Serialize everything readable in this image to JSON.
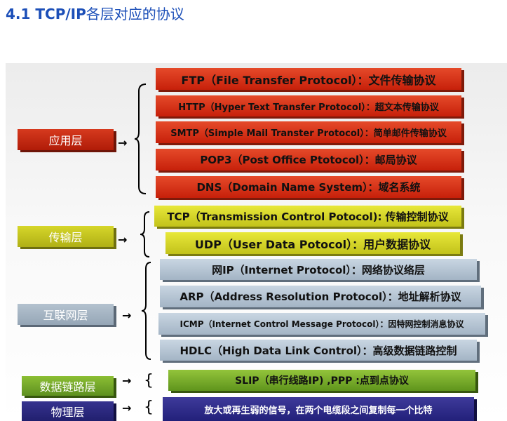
{
  "title": {
    "prefix": "4.1 TCP/IP",
    "suffix": "各层对应的协议"
  },
  "layers": {
    "application": "应用层",
    "transport": "传输层",
    "internet": "互联网层",
    "datalink": "数据链路层",
    "physical": "物理层"
  },
  "protocols": {
    "application": [
      "FTP（File Transfer Protocol）：文件传输协议",
      "HTTP（Hyper Text Transfer Protocol）：超文本传输协议",
      "SMTP（Simple Mail Transter Protocol）：简单邮件传输协议",
      "POP3（Post Office Ptotocol）：邮局协议",
      "DNS（Domain Name System）：域名系统"
    ],
    "transport": [
      "TCP（Transmission Control Potocol): 传输控制协议",
      "UDP（User Data Potocol）：用户数据协议"
    ],
    "internet": [
      "网IP（Internet Protocol）：网络协议络层",
      "ARP（Address Resolution Protocol）：地址解析协议",
      "ICMP（Internet Control Message Protocol）：因特网控制消息协议",
      "HDLC（High Data Link Control）：高级数据链路控制"
    ],
    "datalink": [
      "SLIP（串行线路IP) ,PPP :点到点协议"
    ],
    "physical": [
      "放大或再生弱的信号，在两个电缆段之间复制每一个比特"
    ]
  },
  "colors": {
    "title": "#1c4fb8",
    "application": "#c7200a",
    "transport": "#c2c21a",
    "internet": "#a3b4c5",
    "datalink": "#5f941c",
    "physical": "#22207a"
  }
}
